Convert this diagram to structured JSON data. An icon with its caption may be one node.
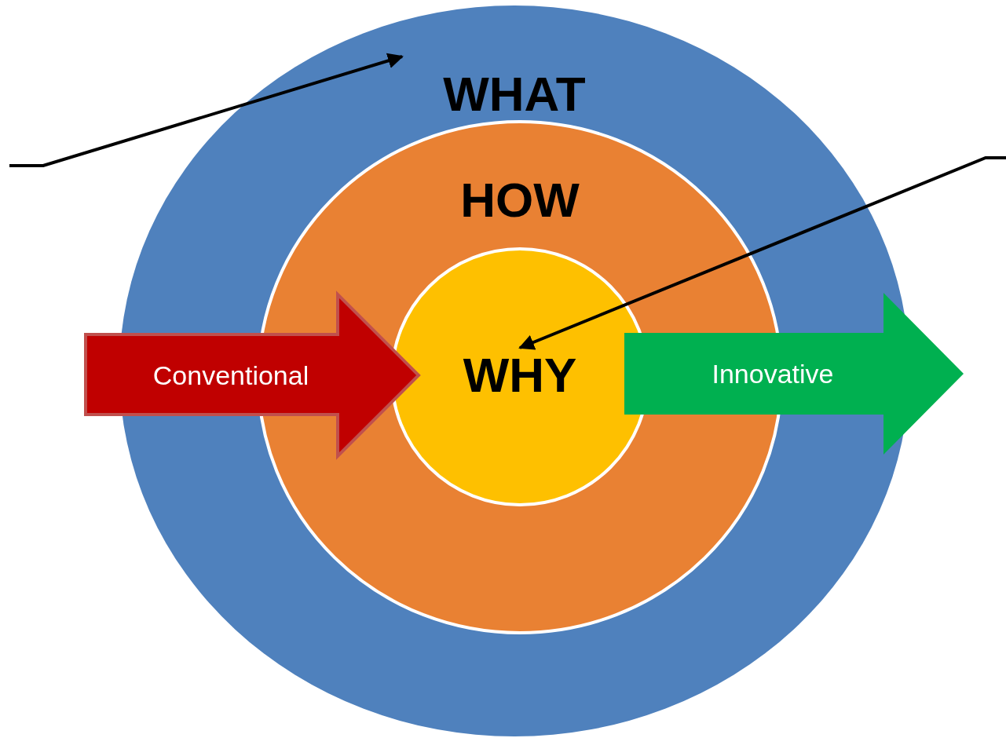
{
  "diagram": {
    "nodes": [
      {
        "text": [
          "WHAT"
        ]
      },
      {
        "text": [
          "HOW"
        ],
        "in": 0
      },
      {
        "text": [
          "WHY"
        ],
        "in": 1
      },
      {
        "text": [
          "Conventional"
        ]
      },
      {
        "text": [
          "Innovative"
        ]
      }
    ],
    "edges": [
      {
        "from": null,
        "to": 0,
        "arrow": "to"
      },
      {
        "from": null,
        "to": 2,
        "arrow": "to"
      }
    ]
  }
}
